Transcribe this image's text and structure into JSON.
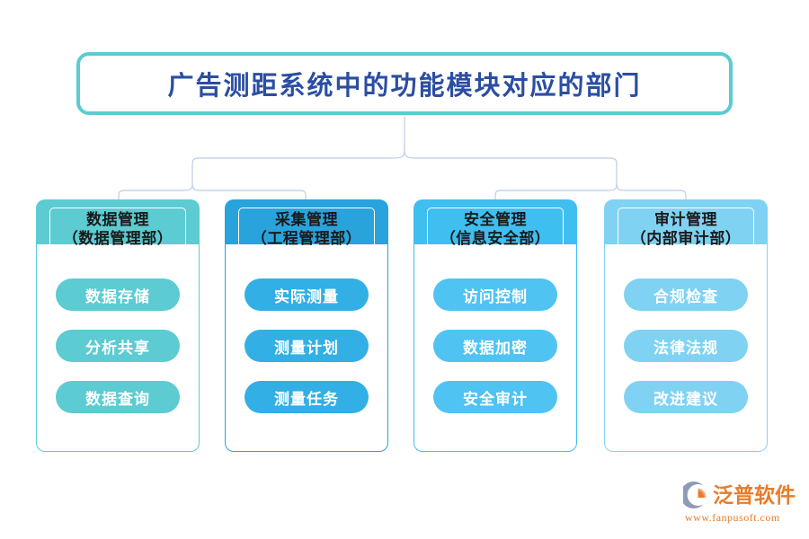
{
  "diagram": {
    "type": "org-tree",
    "title": "广告测距系统中的功能模块对应的部门",
    "title_border_color": "#5CCBD2",
    "title_text_color": "#2B4EA2",
    "connector_color": "#C5D4E8",
    "columns": [
      {
        "name": "数据管理",
        "department": "（数据管理部）",
        "color": "#5CCBD2",
        "pill_color": "#5CCBD2",
        "items": [
          "数据存储",
          "分析共享",
          "数据查询"
        ]
      },
      {
        "name": "采集管理",
        "department": "（工程管理部）",
        "color": "#29A3DC",
        "pill_color": "#32AFE4",
        "items": [
          "实际测量",
          "测量计划",
          "测量任务"
        ]
      },
      {
        "name": "安全管理",
        "department": "（信息安全部）",
        "color": "#3FBEF0",
        "pill_color": "#4FC3F2",
        "items": [
          "访问控制",
          "数据加密",
          "安全审计"
        ]
      },
      {
        "name": "审计管理",
        "department": "（内部审计部）",
        "color": "#80D2F2",
        "pill_color": "#80D2F2",
        "items": [
          "合规检查",
          "法律法规",
          "改进建议"
        ]
      }
    ]
  },
  "logo": {
    "brand": "泛普软件",
    "url": "www.fanpusoft.com",
    "brand_color": "#E87C2A",
    "mark_color": "#8E9BB5"
  }
}
